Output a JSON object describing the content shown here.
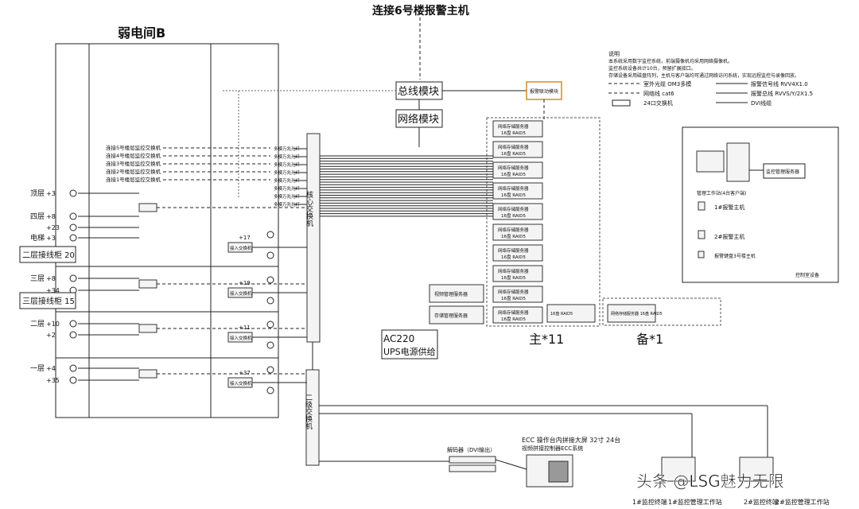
{
  "top_label": "连接6号楼报警主机",
  "room_label": "弱电间B",
  "bus_module": "总线模块",
  "network_module": "网络模块",
  "alarm_box": "报警联动模块",
  "core_switch": "核心交换机",
  "secondary_switch": "二级交换机",
  "ups": {
    "line1": "AC220",
    "line2": "UPS电源供给"
  },
  "main_count": "主*11",
  "backup_count": "备*1",
  "notes": {
    "title": "说明",
    "line1": "本系统采用数字监控系统，前端摄像机均采用网络摄像机。",
    "line2": "监控系统设备共计10台，预留扩展接口。",
    "line3": "存储设备采用磁盘阵列，主机与客户端均可通过网络访问系统，实现远程监控与录像回放。"
  },
  "legend": [
    {
      "text": "室外光缆 OM3多模",
      "style": "dash"
    },
    {
      "text": "网络线 cat6",
      "style": "dash"
    },
    {
      "text": "24口交换机",
      "style": "icon"
    },
    {
      "text": "报警信号线 RVV4X1.0",
      "style": "solid"
    },
    {
      "text": "报警总线 RVVS/Y/2X1.5",
      "style": "solid"
    },
    {
      "text": "DVI线缆",
      "style": "solid"
    }
  ],
  "floors": [
    {
      "name": "顶层",
      "count": "+3"
    },
    {
      "name": "四层",
      "count": "+8"
    },
    {
      "name": "",
      "count": "+23"
    },
    {
      "name": "电梯",
      "count": "+3"
    },
    {
      "name": "三层",
      "count": "+8"
    },
    {
      "name": "",
      "count": "+34"
    },
    {
      "name": "二层",
      "count": "+10"
    },
    {
      "name": "",
      "count": "+2"
    },
    {
      "name": "一层",
      "count": "+4"
    },
    {
      "name": "",
      "count": "+35"
    }
  ],
  "floor_boxes": [
    "二层接线柜 20",
    "三层接线柜 15"
  ],
  "connections": [
    "连接5号楼层监控交换机",
    "连接4号楼层监控交换机",
    "连接3号楼层监控交换机",
    "连接2号楼层监控交换机",
    "连接1号楼层监控交换机"
  ],
  "uplink_labels": [
    "多模万兆光纤",
    "多模万兆光纤",
    "多模万兆光纤",
    "多模万兆光纤",
    "多模万兆光纤",
    "多模万兆光纤",
    "多模万兆光纤",
    "多模万兆光纤"
  ],
  "nvr_label": "网络存储服务器",
  "nvr_model": "16盘 RAID5",
  "nvr_units": 10,
  "side_units": [
    "视频管理服务器",
    "存储管理服务器"
  ],
  "backup_unit": "网络存储服务器 16盘 RAID5",
  "right_panel": {
    "server": "监控管理服务器",
    "client": "管理工作站(4台客户端)",
    "item1": "1#报警主机",
    "item2": "2#报警主机",
    "item3": "报警键盘3号楼主机",
    "footer": "控制室设备"
  },
  "floor_counts": [
    "+17",
    "+19",
    "+11",
    "+37"
  ],
  "floor_switches": [
    "接入交换机",
    "接入交换机",
    "接入交换机",
    "接入交换机"
  ],
  "ecc": {
    "title": "ECC 操作台内拼接大屏 32寸 24台",
    "sub": "视频拼接控制器ECC系统"
  },
  "dvi_label": "解码器（DVI输出）",
  "bottom_labels": [
    "1#监控终端",
    "1#监控管理工作站",
    "2#监控终端",
    "2#监控管理工作站"
  ],
  "watermark": "头条 @LSG魅力无限"
}
